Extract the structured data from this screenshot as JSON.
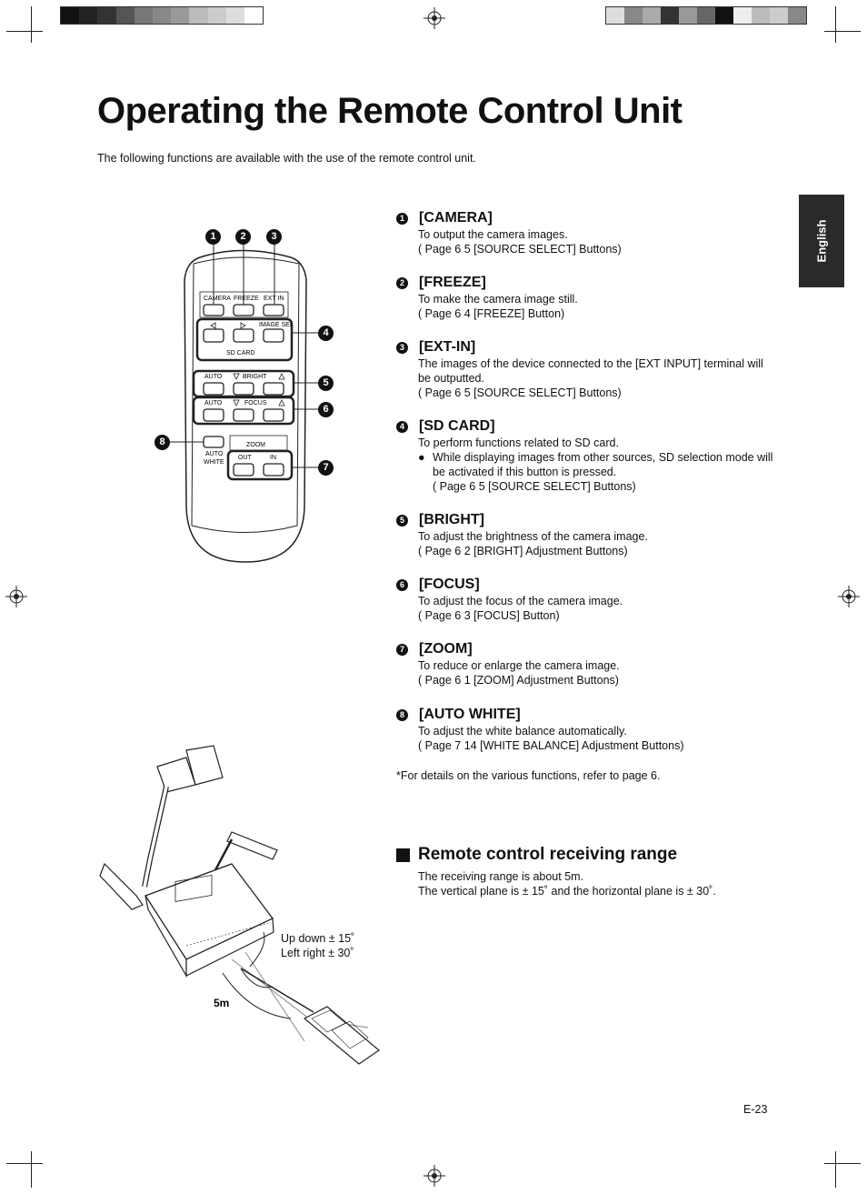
{
  "page": {
    "title": "Operating the Remote Control Unit",
    "intro": "The following functions are available with the use of the remote control unit.",
    "language_tab": "English",
    "page_number": "E-23"
  },
  "items": [
    {
      "num": "1",
      "title": "[CAMERA]",
      "desc": "To output the camera images.",
      "ref": "( Page 6 5 [SOURCE SELECT] Buttons)"
    },
    {
      "num": "2",
      "title": "[FREEZE]",
      "desc": "To make the camera image still.",
      "ref": "( Page 6 4 [FREEZE] Button)"
    },
    {
      "num": "3",
      "title": "[EXT-IN]",
      "desc": "The images of the device connected to the [EXT INPUT] terminal will be outputted.",
      "ref": "( Page 6 5 [SOURCE SELECT] Buttons)"
    },
    {
      "num": "4",
      "title": "[SD CARD]",
      "desc": "To perform functions related to SD card.",
      "bullet": "While displaying images from other sources, SD selection mode will be activated if this button is pressed.",
      "ref": "( Page 6 5 [SOURCE SELECT] Buttons)"
    },
    {
      "num": "5",
      "title": "[BRIGHT]",
      "desc": "To adjust the brightness of the camera image.",
      "ref": "( Page 6 2 [BRIGHT] Adjustment Buttons)"
    },
    {
      "num": "6",
      "title": "[FOCUS]",
      "desc": "To adjust the focus of the camera image.",
      "ref": "( Page 6 3 [FOCUS] Button)"
    },
    {
      "num": "7",
      "title": "[ZOOM]",
      "desc": "To reduce or enlarge the camera image.",
      "ref": "( Page 6 1 [ZOOM] Adjustment Buttons)"
    },
    {
      "num": "8",
      "title": "[AUTO WHITE]",
      "desc": "To adjust the white balance automatically.",
      "ref": "( Page 7 14 [WHITE BALANCE] Adjustment Buttons)"
    }
  ],
  "note": "*For details on the various functions, refer to page 6.",
  "range_section": {
    "heading": "Remote control receiving range",
    "line1": "The receiving range is about 5m.",
    "line2": "The vertical plane is ± 15˚ and the horizontal plane is ± 30˚."
  },
  "remote_labels": {
    "camera": "CAMERA",
    "freeze": "FREEZE",
    "ext_in": "EXT IN",
    "image_sel": "IMAGE SEL",
    "sd_card": "SD CARD",
    "auto": "AUTO",
    "bright": "BRIGHT",
    "focus": "FOCUS",
    "zoom": "ZOOM",
    "out": "OUT",
    "in": "IN",
    "auto_white_1": "AUTO",
    "auto_white_2": "WHITE"
  },
  "range_figure": {
    "angle_line1": "Up down ± 15˚",
    "angle_line2": "Left right ± 30˚",
    "distance": "5m"
  },
  "callouts": [
    "1",
    "2",
    "3",
    "4",
    "5",
    "6",
    "7",
    "8"
  ]
}
